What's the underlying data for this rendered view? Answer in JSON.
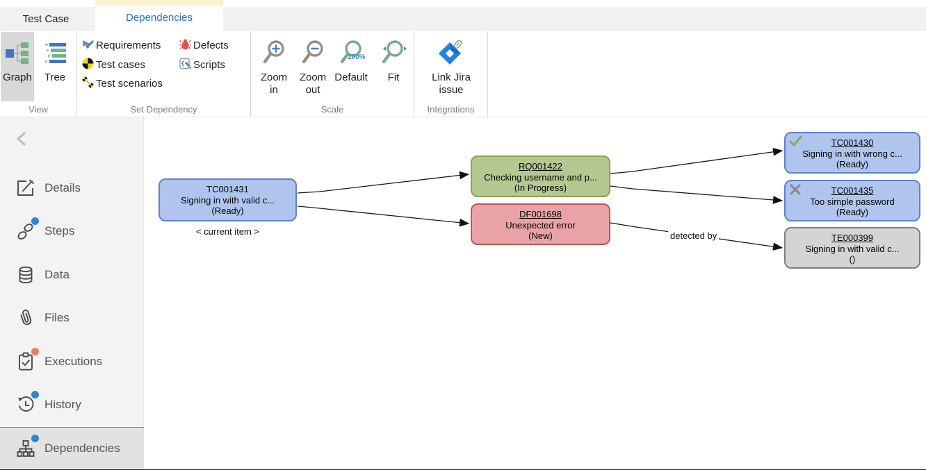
{
  "tabs": {
    "items": [
      {
        "label": "Test Case",
        "active": false
      },
      {
        "label": "Dependencies",
        "active": true
      }
    ]
  },
  "ribbon": {
    "groups": [
      {
        "label": "View",
        "buttons": [
          {
            "label": "Graph",
            "icon": "graph-view-icon",
            "selected": true
          },
          {
            "label": "Tree",
            "icon": "tree-view-icon",
            "selected": false
          }
        ]
      },
      {
        "label": "Set Dependency",
        "buttons": [
          {
            "label": "Requirements",
            "icon": "requirements-icon"
          },
          {
            "label": "Test cases",
            "icon": "test-cases-icon"
          },
          {
            "label": "Test scenarios",
            "icon": "test-scenarios-icon"
          },
          {
            "label": "Defects",
            "icon": "defects-bug-icon"
          },
          {
            "label": "Scripts",
            "icon": "scripts-icon"
          }
        ]
      },
      {
        "label": "Scale",
        "buttons": [
          {
            "label": "Zoom in",
            "icon": "zoom-in-icon"
          },
          {
            "label": "Zoom out",
            "icon": "zoom-out-icon"
          },
          {
            "label": "Default",
            "icon": "zoom-default-icon",
            "badge": "100%"
          },
          {
            "label": "Fit",
            "icon": "zoom-fit-icon"
          }
        ]
      },
      {
        "label": "Integrations",
        "buttons": [
          {
            "label": "Link Jira issue",
            "icon": "jira-link-icon"
          }
        ]
      }
    ]
  },
  "sidebar": {
    "collapse_icon": "chevron-left-icon",
    "items": [
      {
        "label": "Details",
        "icon": "edit-details-icon"
      },
      {
        "label": "Steps",
        "icon": "steps-icon",
        "badge": "blue"
      },
      {
        "label": "Data",
        "icon": "database-icon"
      },
      {
        "label": "Files",
        "icon": "paperclip-icon"
      },
      {
        "label": "Executions",
        "icon": "clipboard-check-icon",
        "badge": "orange"
      },
      {
        "label": "History",
        "icon": "history-icon",
        "badge": "blue"
      },
      {
        "label": "Dependencies",
        "icon": "dependencies-tree-icon",
        "badge": "blue",
        "active": true
      }
    ]
  },
  "graph": {
    "current_item_label": "< current item >",
    "nodes": [
      {
        "id": "TC001431",
        "name": "Signing in with valid c...",
        "status": "(Ready)",
        "kind": "test-case",
        "color": "#b0c5ee",
        "current": true
      },
      {
        "id": "RQ001422",
        "name": "Checking username and p...",
        "status": "(In Progress)",
        "kind": "requirement",
        "color": "#b6c891"
      },
      {
        "id": "DF001698",
        "name": "Unexpected error",
        "status": "(New)",
        "kind": "defect",
        "color": "#e9a3a6"
      },
      {
        "id": "TC001430",
        "name": "Signing in with wrong c...",
        "status": "(Ready)",
        "kind": "test-case",
        "color": "#b0c5ee",
        "mark": "check"
      },
      {
        "id": "TC001435",
        "name": "Too simple password",
        "status": "(Ready)",
        "kind": "test-case",
        "color": "#b0c5ee",
        "mark": "cross"
      },
      {
        "id": "TE000399",
        "name": "Signing in with valid c...",
        "status": "()",
        "kind": "test-scenario",
        "color": "#d4d4d4"
      }
    ],
    "edges": [
      {
        "from": "TC001431",
        "to": "RQ001422",
        "label": ""
      },
      {
        "from": "TC001431",
        "to": "DF001698",
        "label": ""
      },
      {
        "from": "RQ001422",
        "to": "TC001430",
        "label": ""
      },
      {
        "from": "RQ001422",
        "to": "TC001435",
        "label": ""
      },
      {
        "from": "DF001698",
        "to": "TE000399",
        "label": "detected by"
      }
    ]
  },
  "colors": {
    "accent_blue": "#2570c9",
    "tab_highlight_yellow": "#fbf3cf",
    "ribbon_selected_gray": "#d8d8d8",
    "badge_blue": "#2e86d2",
    "badge_orange": "#e8805d",
    "active_item_border": "#2a9ad6",
    "node_blue": "#b0c5ee",
    "node_blue_border": "#5f7fd0",
    "node_green": "#b6c891",
    "node_green_border": "#87a150",
    "node_red": "#e9a3a6",
    "node_red_border": "#bc5458",
    "node_gray": "#d4d4d4",
    "node_gray_border": "#7f7f7f"
  }
}
